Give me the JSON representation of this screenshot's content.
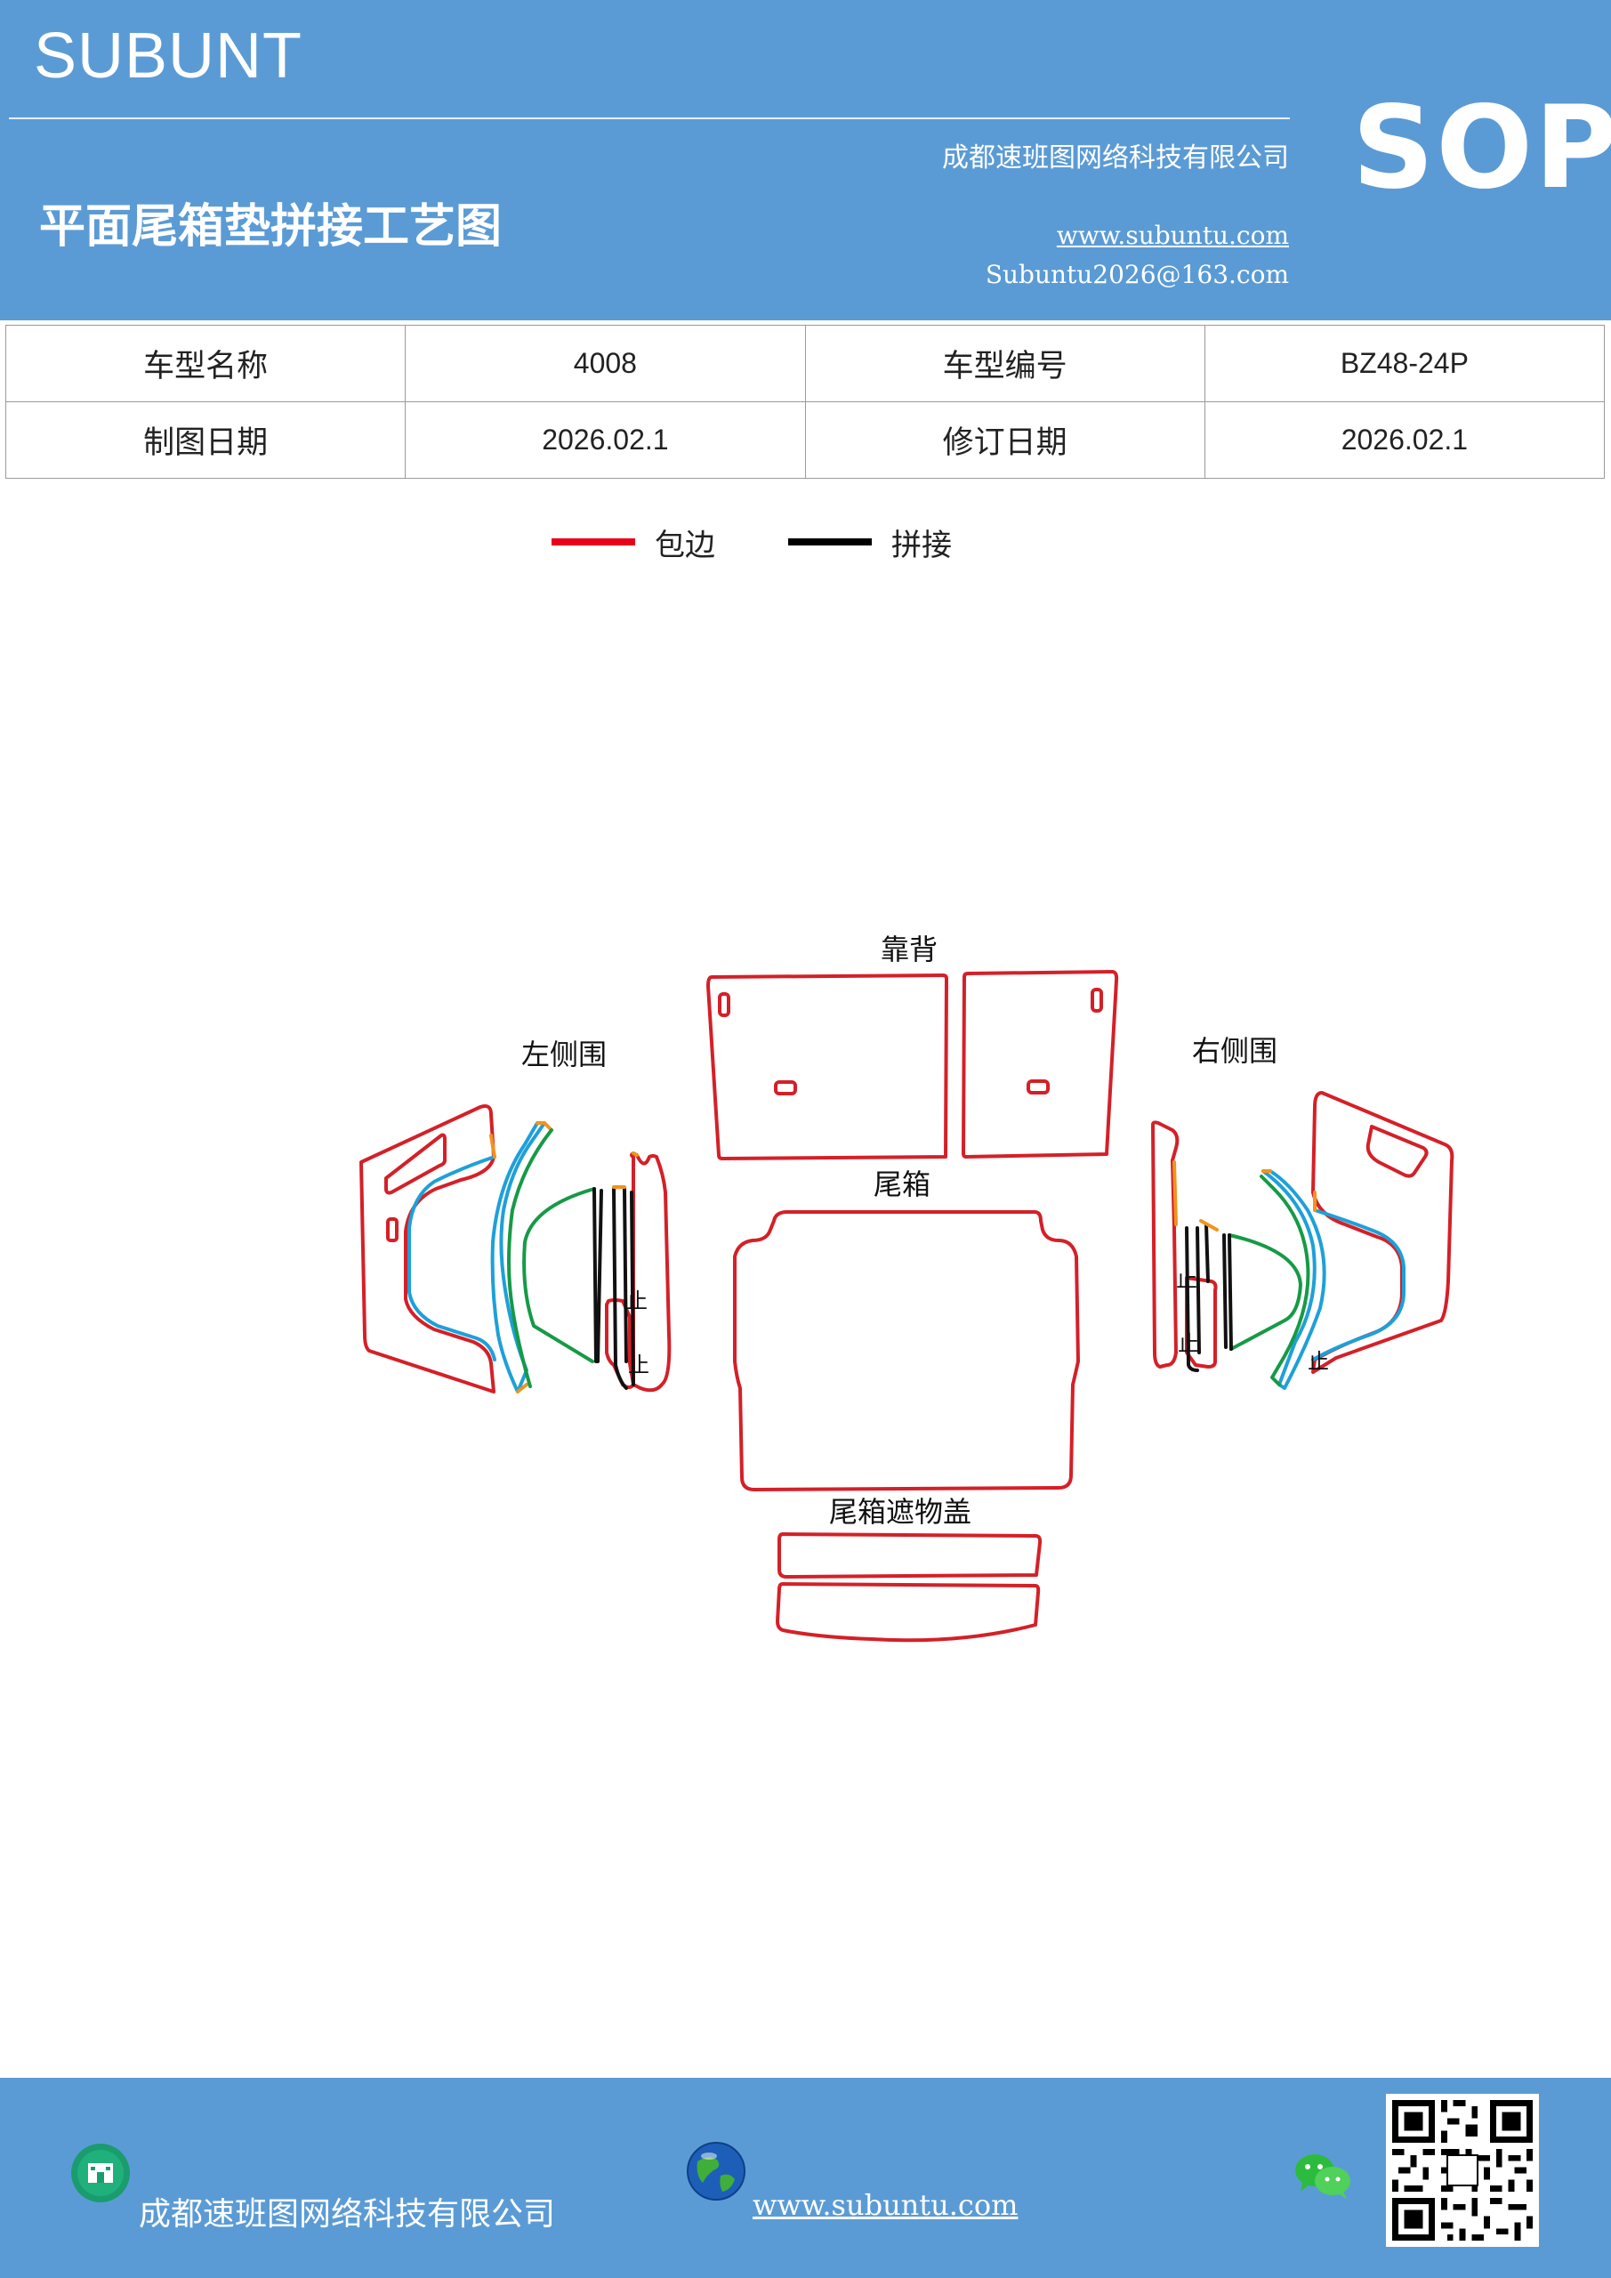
{
  "header": {
    "brand": "SUBUNT",
    "title": "平面尾箱垫拼接工艺图",
    "company": "成都速班图网络科技有限公司",
    "website": "www.subuntu.com",
    "email": "Subuntu2026@163.com",
    "badge": "SOP"
  },
  "info_table": {
    "model_name_label": "车型名称",
    "model_name_value": "4008",
    "model_code_label": "车型编号",
    "model_code_value": "BZ48-24P",
    "draw_date_label": "制图日期",
    "draw_date_value": "2026.02.1",
    "revise_date_label": "修订日期",
    "revise_date_value": "2026.02.1"
  },
  "legend": {
    "items": [
      {
        "label": "包边",
        "color": "#e8001a"
      },
      {
        "label": "拼接",
        "color": "#000000"
      }
    ]
  },
  "diagram": {
    "labels": {
      "backrest": "靠背",
      "left_side": "左侧围",
      "right_side": "右侧围",
      "trunk": "尾箱",
      "cover": "尾箱遮物盖",
      "stop": "止"
    },
    "colors": {
      "red": "#d42028",
      "blue": "#1ea0d8",
      "green": "#169a46",
      "orange": "#f0941d",
      "black": "#111111"
    }
  },
  "footer": {
    "company": "成都速班图网络科技有限公司",
    "website": "www.subuntu.com",
    "icons": [
      "building-icon",
      "globe-icon",
      "wechat-icon",
      "qr-code"
    ]
  }
}
